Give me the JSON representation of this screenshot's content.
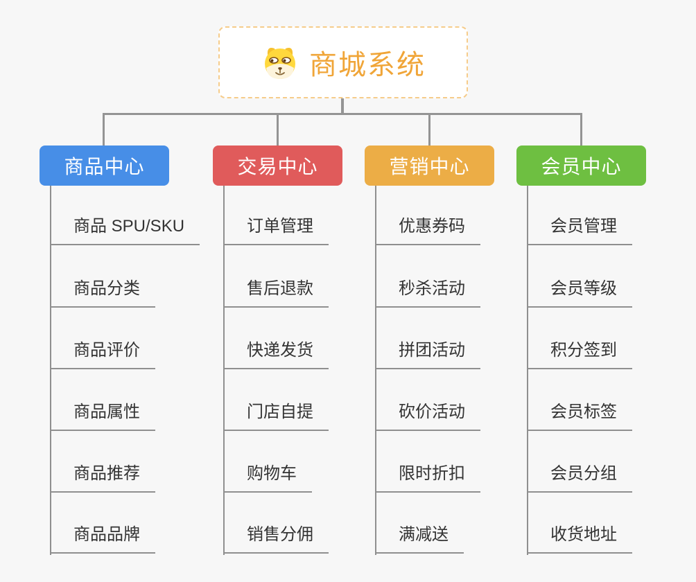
{
  "root": {
    "title": "商城系统",
    "icon": "dog-face-icon"
  },
  "branches": [
    {
      "label": "商品中心",
      "color": "#478ee7",
      "items": [
        "商品 SPU/SKU",
        "商品分类",
        "商品评价",
        "商品属性",
        "商品推荐",
        "商品品牌"
      ]
    },
    {
      "label": "交易中心",
      "color": "#e05b5b",
      "items": [
        "订单管理",
        "售后退款",
        "快递发货",
        "门店自提",
        "购物车",
        "销售分佣"
      ]
    },
    {
      "label": "营销中心",
      "color": "#ecad46",
      "items": [
        "优惠券码",
        "秒杀活动",
        "拼团活动",
        "砍价活动",
        "限时折扣",
        "满减送"
      ]
    },
    {
      "label": "会员中心",
      "color": "#6ebf41",
      "items": [
        "会员管理",
        "会员等级",
        "积分签到",
        "会员标签",
        "会员分组",
        "收货地址"
      ]
    }
  ],
  "colors": {
    "background": "#f7f7f7",
    "connector": "#949494",
    "leaf_line": "#8f8f8f",
    "root_border": "#f6cc8a",
    "root_text": "#f0a538",
    "leaf_text": "#333333"
  }
}
